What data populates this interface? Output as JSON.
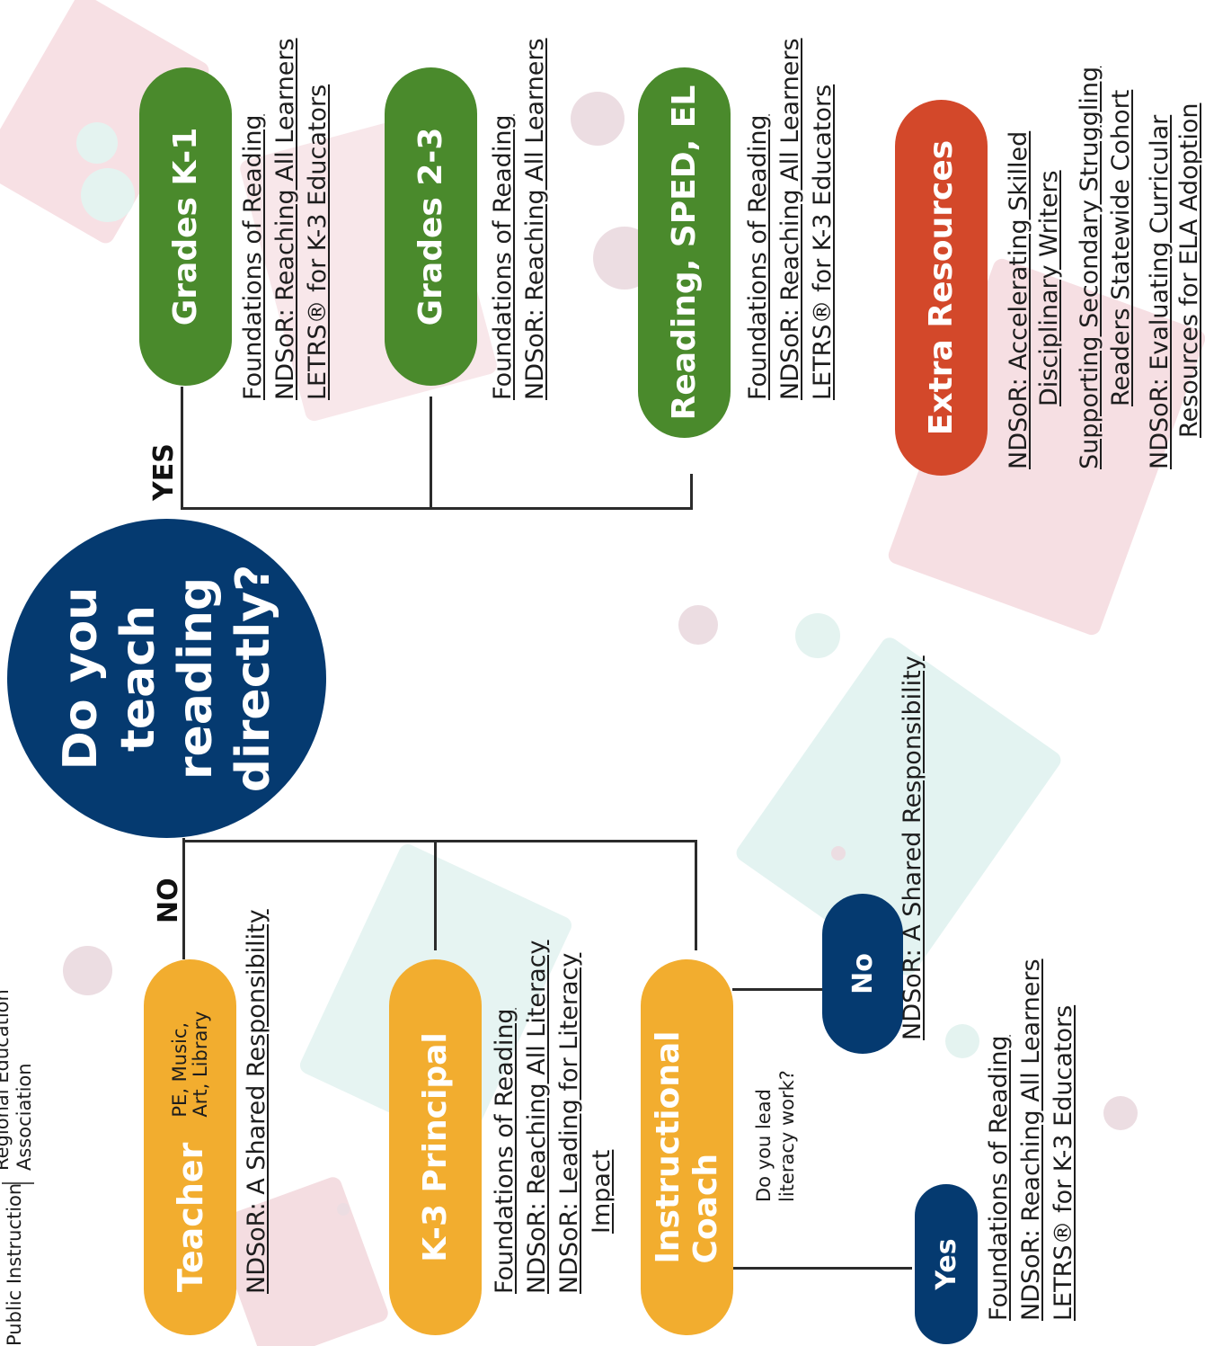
{
  "header": {
    "agency": "Public Instruction",
    "association_line1": "Regional Education",
    "association_line2": "Association"
  },
  "question": "Do you teach reading directly?",
  "yes_label": "YES",
  "no_label": "NO",
  "yes_branch": [
    {
      "title": "Grades K-1",
      "links": [
        "Foundations of Reading",
        "NDSoR: Reaching All Learners",
        "LETRS® for K-3 Educators"
      ]
    },
    {
      "title": "Grades 2-3",
      "links": [
        "Foundations of Reading",
        "NDSoR: Reaching All Learners"
      ]
    },
    {
      "title": "Reading, SPED, EL",
      "links": [
        "Foundations of Reading",
        "NDSoR: Reaching All Learners",
        "LETRS® for K-3 Educators"
      ]
    }
  ],
  "extra": {
    "title": "Extra Resources",
    "links": [
      "NDSoR: Accelerating Skilled",
      "Disciplinary Writers",
      "Supporting Secondary Struggling",
      "Readers Statewide Cohort",
      "NDSoR: Evaluating Curricular",
      "Resources for ELA Adoption"
    ]
  },
  "no_branch": [
    {
      "title": "Teacher",
      "subtitle_line1": "PE, Music,",
      "subtitle_line2": "Art, Library",
      "links": [
        "NDSoR: A Shared Responsibility"
      ]
    },
    {
      "title": "K-3 Principal",
      "links": [
        "Foundations of Reading",
        "NDSoR: Reaching All Literacy",
        "NDSoR: Leading for Literacy",
        "Impact"
      ]
    },
    {
      "title_line1": "Instructional",
      "title_line2": "Coach"
    }
  ],
  "coach": {
    "question_line1": "Do you lead",
    "question_line2": "literacy work?",
    "no": {
      "title": "No",
      "links": [
        "NDSoR: A Shared Responsibility"
      ]
    },
    "yes": {
      "title": "Yes",
      "links": [
        "Foundations of Reading",
        "NDSoR: Reaching All Learners",
        "LETRS® for K-3 Educators"
      ]
    }
  },
  "colors": {
    "navy": "#053a70",
    "green": "#4a8a2c",
    "orange": "#f2ad2f",
    "red": "#d3482a"
  }
}
